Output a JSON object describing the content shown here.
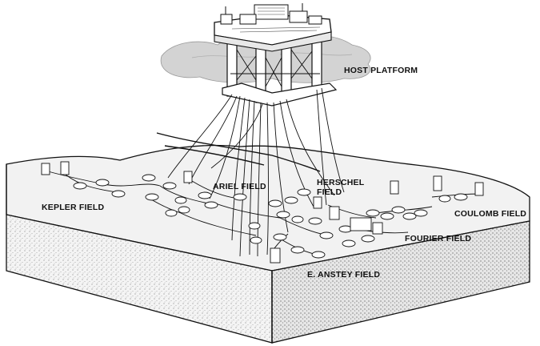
{
  "labels": {
    "host_platform": "HOST PLATFORM",
    "kepler": "KEPLER FIELD",
    "ariel": "ARIEL FIELD",
    "herschel_line1": "HERSCHEL",
    "herschel_line2": "FIELD",
    "coulomb": "COULOMB FIELD",
    "fourier": "FOURIER FIELD",
    "e_anstey": "E. ANSTEY FIELD"
  },
  "colors": {
    "ink": "#111111",
    "seabed": "#e9e9e9",
    "seabed_side": "#dcdcdc",
    "cloud": "#d0d0d0"
  }
}
